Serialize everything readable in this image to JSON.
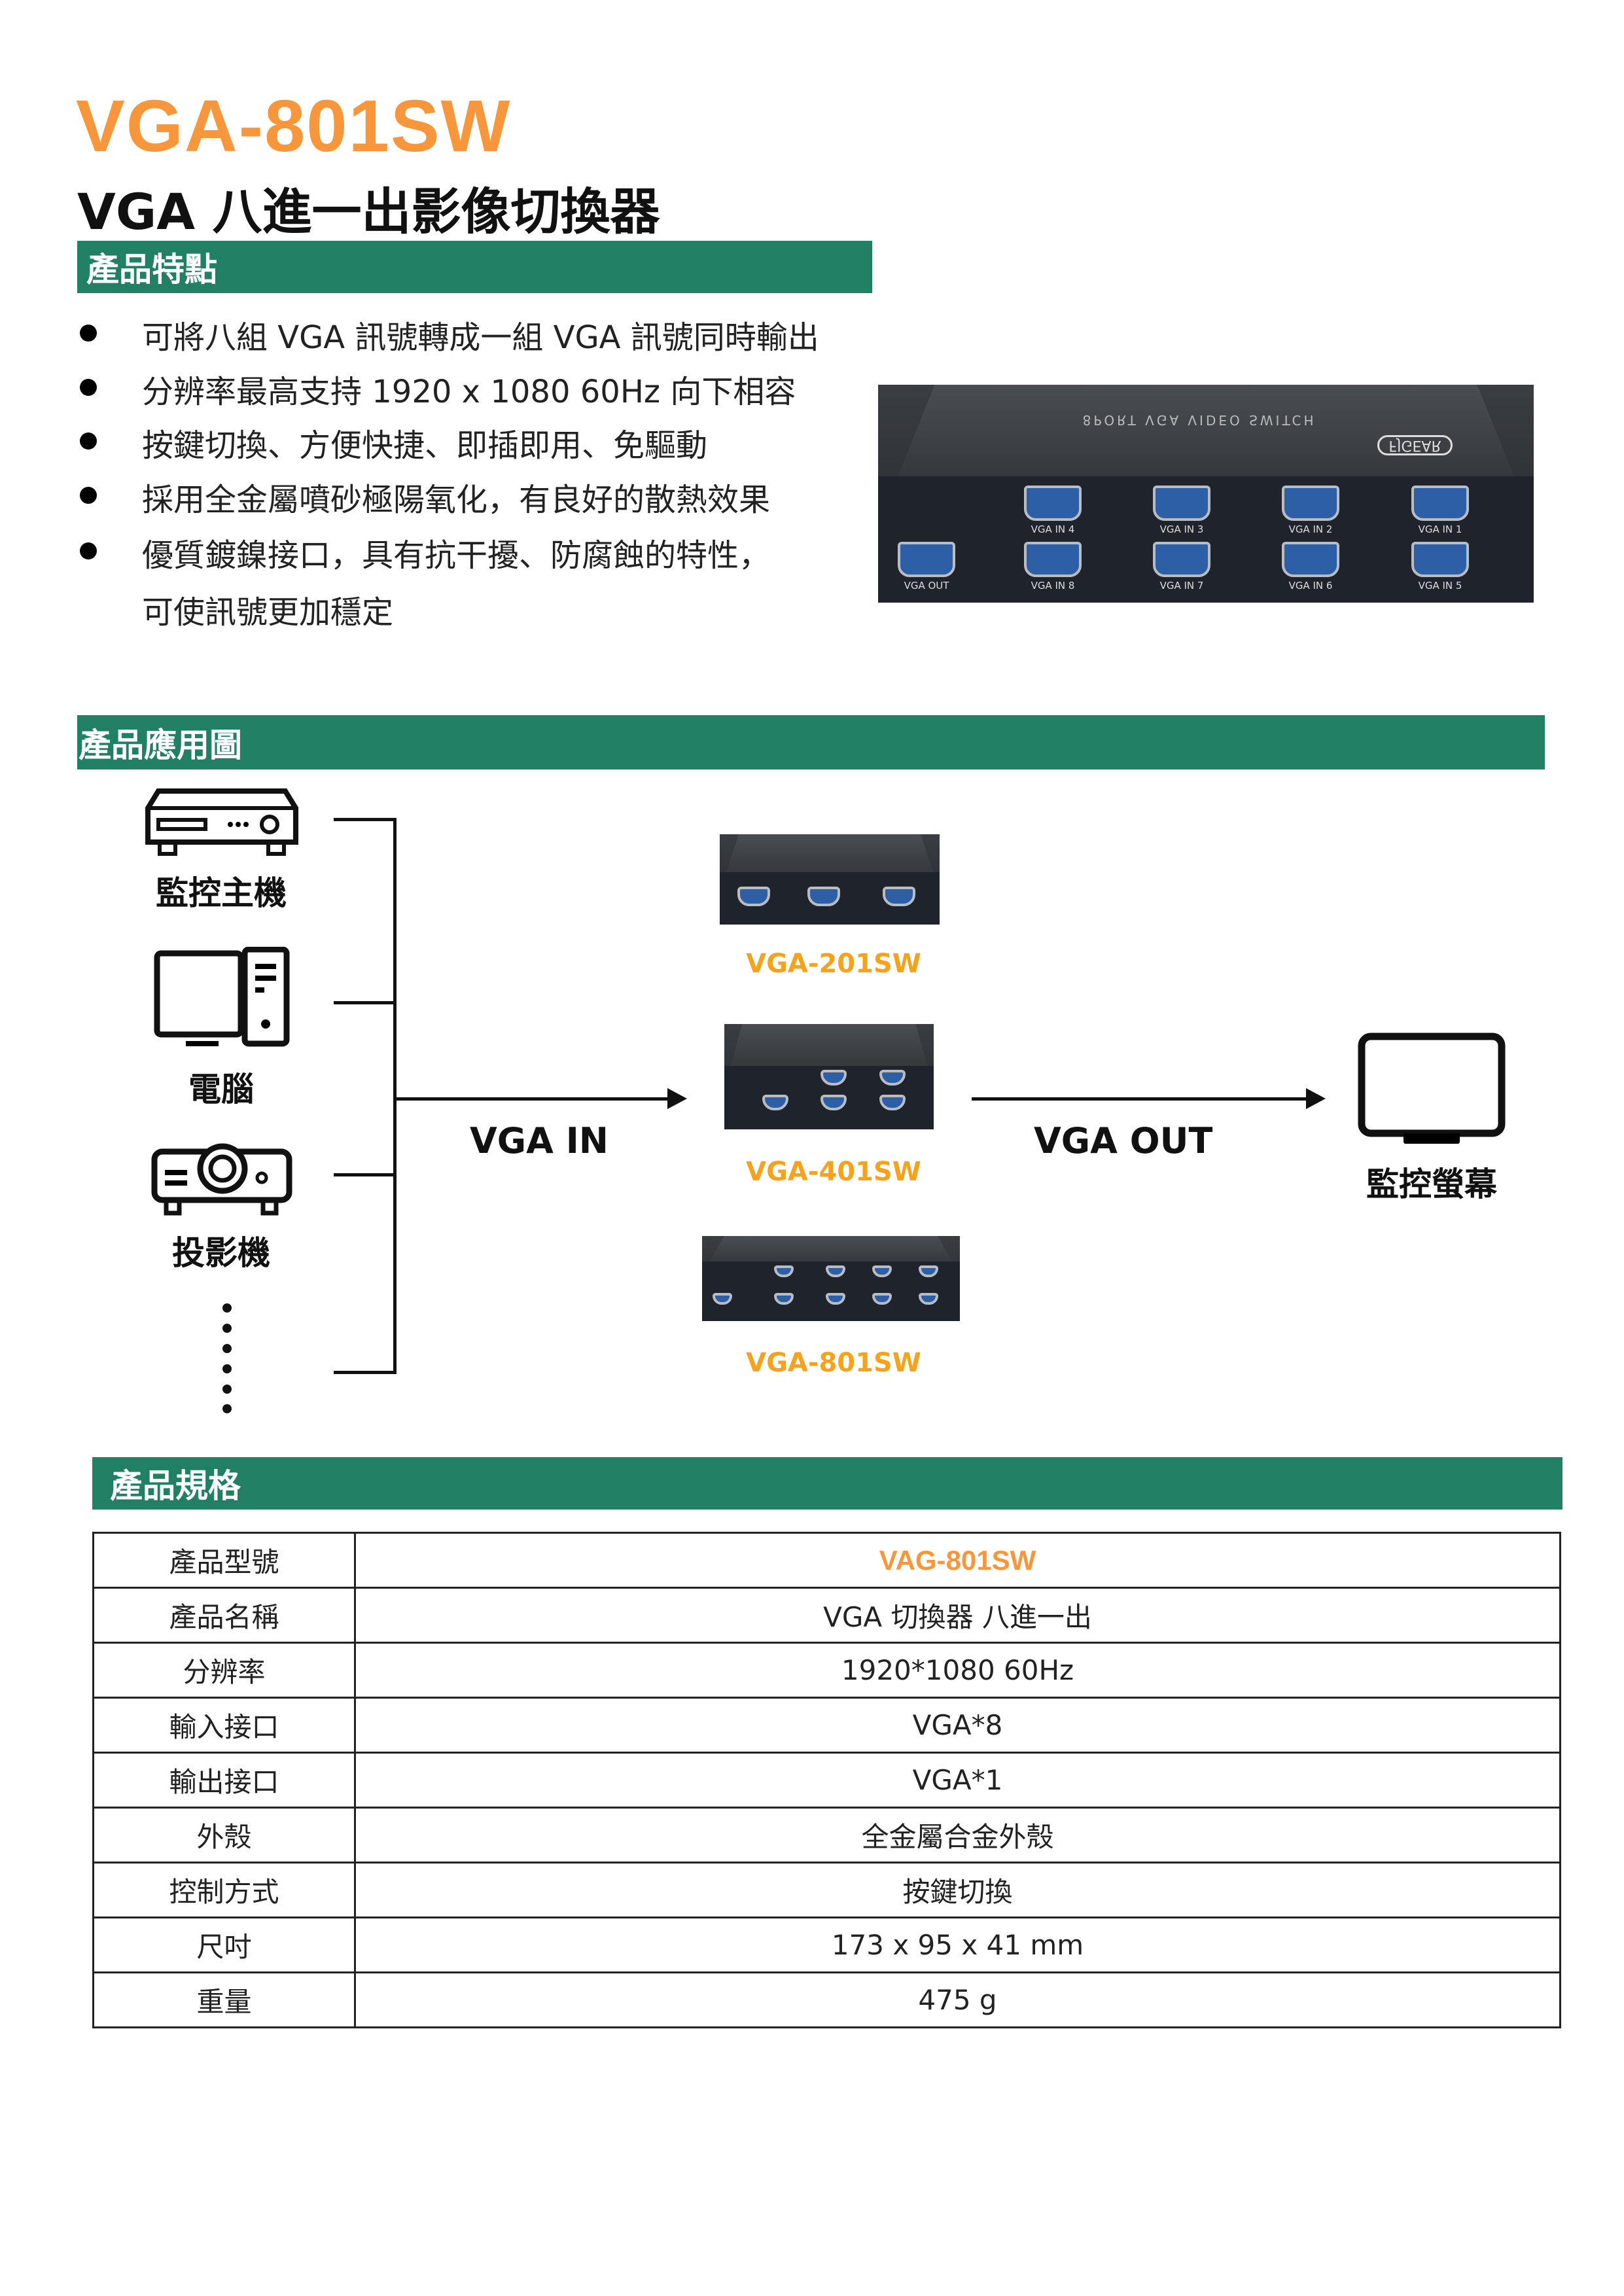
{
  "header": {
    "model": "VGA-801SW",
    "subtitle": "VGA 八進一出影像切換器"
  },
  "features": {
    "title": "產品特點",
    "items": [
      "可將八組 VGA 訊號轉成一組 VGA 訊號同時輸出",
      "分辨率最高支持 1920 x 1080 60Hz 向下相容",
      "按鍵切換、方便快捷、即插即用、免驅動",
      "採用全金屬噴砂極陽氧化，有良好的散熱效果",
      "優質鍍鎳接口，具有抗干擾、防腐蝕的特性，"
    ],
    "continuation": "可使訊號更加穩定"
  },
  "product_image": {
    "brand": "FJGEAR",
    "top_text": "8PORT VGA VIDEO SWITCH",
    "ports_top": [
      "VGA IN 4",
      "VGA IN 3",
      "VGA IN 2",
      "VGA IN 1"
    ],
    "ports_bottom": [
      "VGA OUT",
      "VGA IN 8",
      "VGA IN 7",
      "VGA IN 6",
      "VGA IN 5"
    ]
  },
  "application": {
    "title": "產品應用圖",
    "sources": [
      "監控主機",
      "電腦",
      "投影機"
    ],
    "vga_in": "VGA IN",
    "vga_out": "VGA OUT",
    "models": [
      "VGA-201SW",
      "VGA-401SW",
      "VGA-801SW"
    ],
    "display": "監控螢幕"
  },
  "specs": {
    "title": "產品規格",
    "rows": [
      {
        "k": "產品型號",
        "v": "VAG-801SW"
      },
      {
        "k": "產品名稱",
        "v": "VGA 切換器 八進一出"
      },
      {
        "k": "分辨率",
        "v": "1920*1080 60Hz"
      },
      {
        "k": "輸入接口",
        "v": "VGA*8"
      },
      {
        "k": "輸出接口",
        "v": "VGA*1"
      },
      {
        "k": "外殼",
        "v": "全金屬合金外殼"
      },
      {
        "k": "控制方式",
        "v": "按鍵切換"
      },
      {
        "k": "尺吋",
        "v": "173 x 95 x 41 mm"
      },
      {
        "k": "重量",
        "v": "475 g"
      }
    ]
  },
  "colors": {
    "accent": "#f7963a",
    "green": "#217f64"
  }
}
